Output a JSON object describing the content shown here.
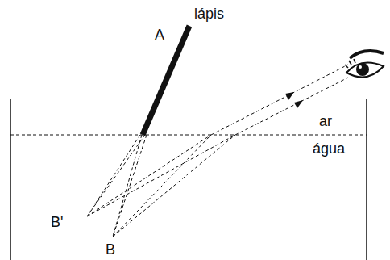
{
  "diagram": {
    "labels": [
      "A",
      "lápis",
      "ar",
      "água",
      "B'",
      "B"
    ]
  }
}
